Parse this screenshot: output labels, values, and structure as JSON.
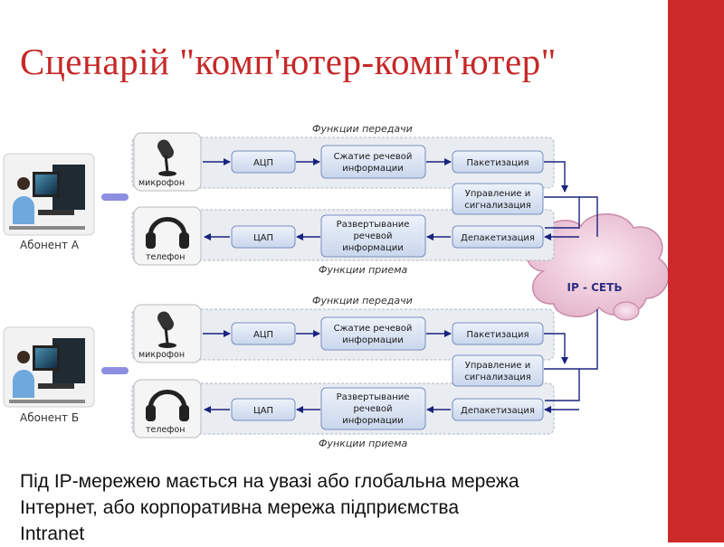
{
  "slide": {
    "title": "Сценарій \"комп'ютер-комп'ютер\"",
    "accent_color": "#cc2a2a",
    "caption_lines": [
      "Під IP-мережею мається на увазі або глобальна мережа",
      "Інтернет, або корпоративна мережа підприємства",
      "Intranet"
    ]
  },
  "diagram": {
    "network_label": "IP - СЕТЬ",
    "subscribers": [
      {
        "name": "Абонент А",
        "tx_header": "Функции передачи",
        "rx_footer": "Функции приема",
        "mic_label": "микрофон",
        "phone_label": "телефон",
        "adc": "АЦП",
        "dac": "ЦАП",
        "compress": [
          "Сжатие речевой",
          "информации"
        ],
        "expand": [
          "Развертывание",
          "речевой",
          "информации"
        ],
        "packetize": "Пакетизация",
        "control": [
          "Управление и",
          "сигнализация"
        ],
        "depacketize": "Депакетизация"
      },
      {
        "name": "Абонент Б",
        "tx_header": "Функции передачи",
        "rx_footer": "Функции приема",
        "mic_label": "микрофон",
        "phone_label": "телефон",
        "adc": "АЦП",
        "dac": "ЦАП",
        "compress": [
          "Сжатие речевой",
          "информации"
        ],
        "expand": [
          "Развертывание",
          "речевой",
          "информации"
        ],
        "packetize": "Пакетизация",
        "control": [
          "Управление и",
          "сигнализация"
        ],
        "depacketize": "Депакетизация"
      }
    ]
  }
}
